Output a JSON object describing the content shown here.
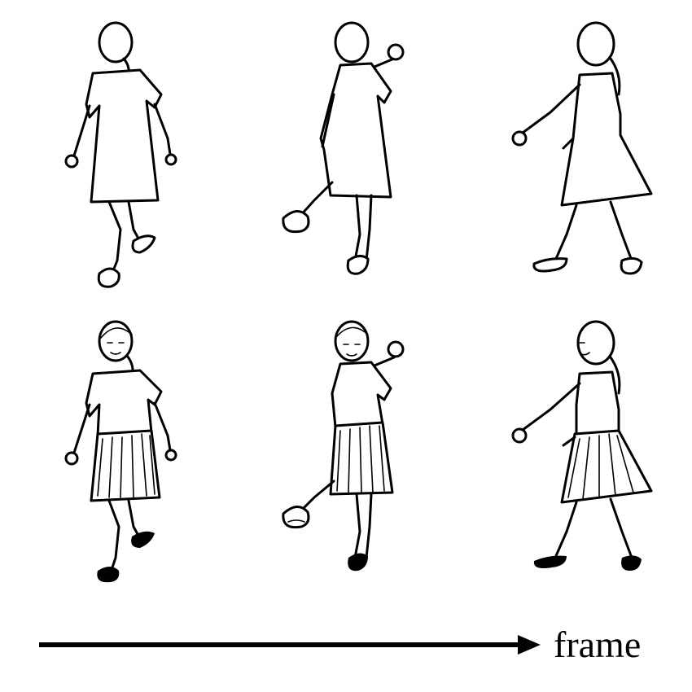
{
  "axis": {
    "label": "frame"
  },
  "rows": [
    {
      "style": "silhouette-outline",
      "frames": 3
    },
    {
      "style": "detailed-sketch",
      "frames": 3
    }
  ]
}
